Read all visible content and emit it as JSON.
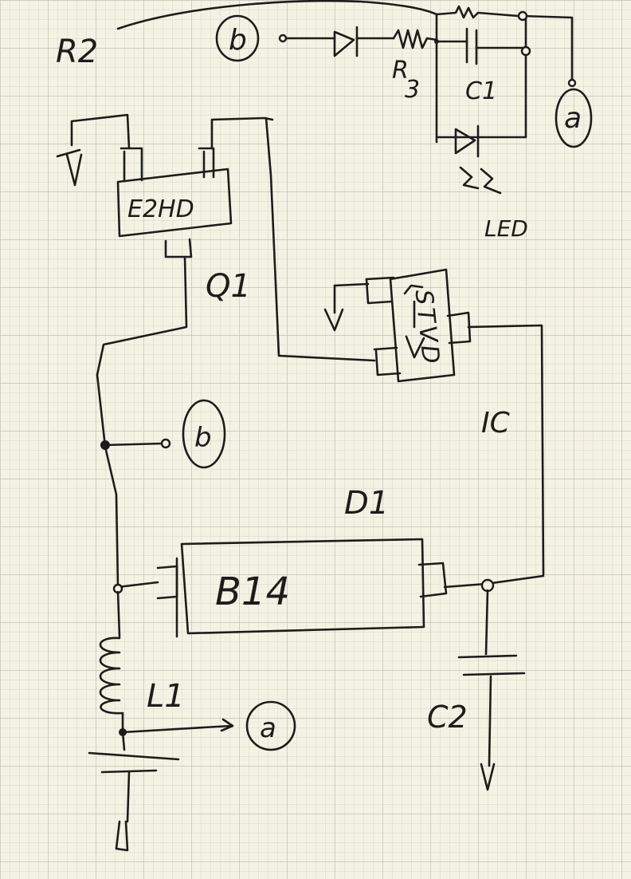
{
  "labels": {
    "r2": "R2",
    "r3": "R3",
    "c1": "C1",
    "led": "LED",
    "q1_part": "E2HD",
    "q1": "Q1",
    "ic_part": "STVD",
    "ic": "IC",
    "d1": "D1",
    "d1_part": "B14",
    "l1": "L1",
    "c2": "C2",
    "node_b": "b",
    "node_a": "a"
  },
  "colors": {
    "paper": "#f4f2e3",
    "grid_minor": "#cfd9cc",
    "grid_major": "#b8c6b8",
    "ink": "#1c1c1c"
  }
}
